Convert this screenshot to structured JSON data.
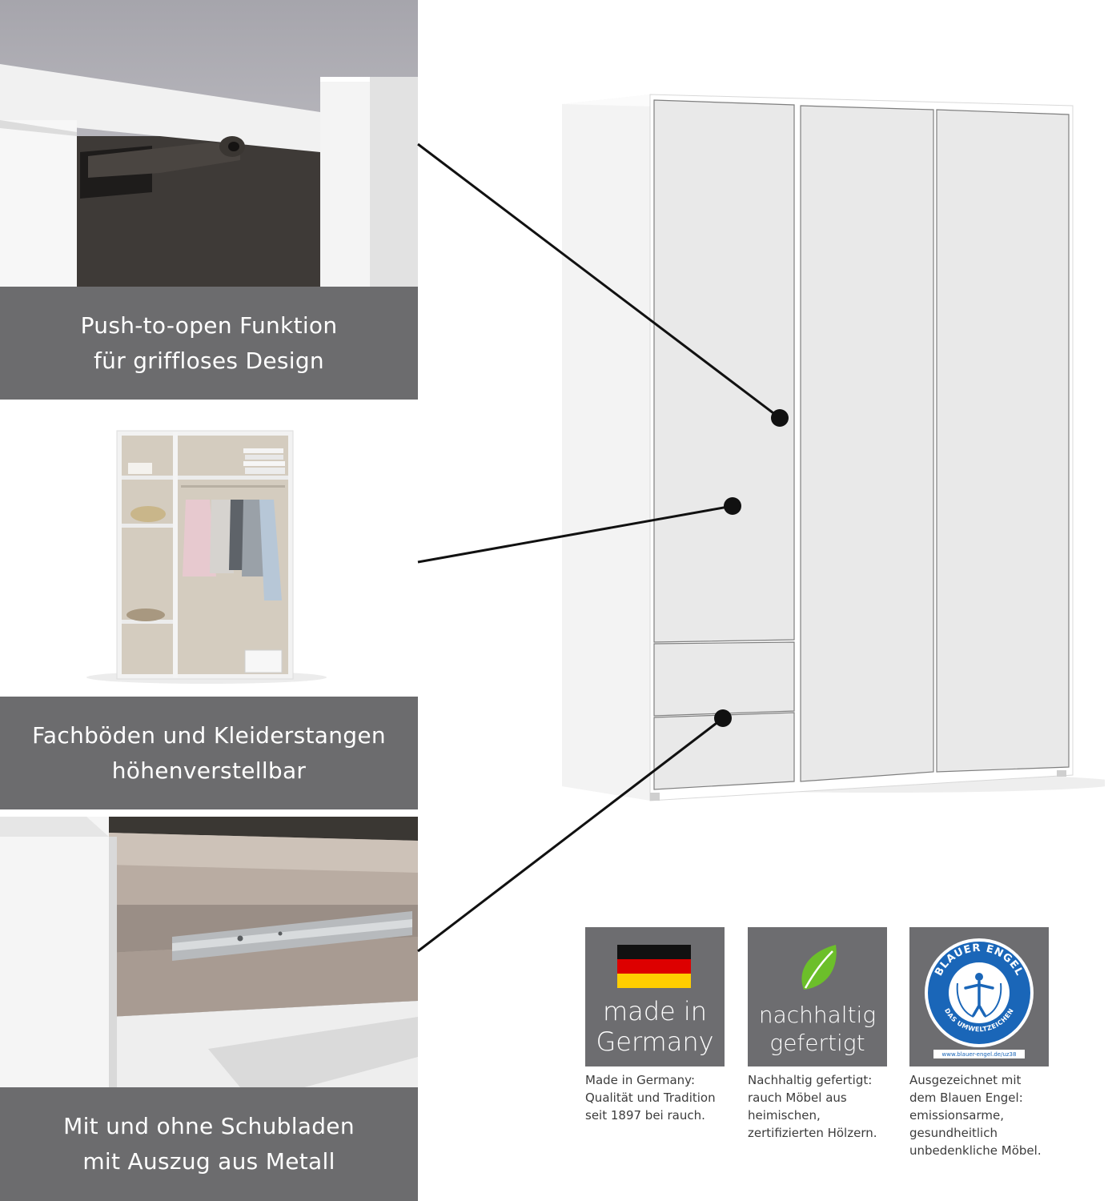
{
  "panels": [
    {
      "caption_lines": [
        "Push-to-open Funktion",
        "für griffloses Design"
      ]
    },
    {
      "caption_lines": [
        "Fachböden und Kleiderstangen",
        "höhenverstellbar"
      ]
    },
    {
      "caption_lines": [
        "Mit und ohne Schubladen",
        "mit Auszug aus Metall"
      ]
    }
  ],
  "badges": [
    {
      "label_lines": [
        "made in",
        "Germany"
      ],
      "icon": "german-flag-icon",
      "description_lines": [
        "Made in Germany:",
        "Qualität und Tradition",
        "seit 1897 bei rauch."
      ]
    },
    {
      "label_lines": [
        "nachhaltig",
        "gefertigt"
      ],
      "icon": "leaf-icon",
      "description_lines": [
        "Nachhaltig gefertigt:",
        "rauch Möbel aus",
        "heimischen,",
        "zertifizierten Hölzern."
      ]
    },
    {
      "logo_text": "BLAUER ENGEL",
      "logo_subtext": "DAS UMWELTZEICHEN",
      "logo_url_text": "www.blauer-engel.de/uz38",
      "icon": "blauer-engel-logo",
      "description_lines": [
        "Ausgezeichnet mit",
        "dem Blauen Engel:",
        "emissionsarme,",
        "gesundheitlich",
        "unbedenkliche Möbel."
      ]
    }
  ],
  "colors": {
    "caption_bg": "#6c6c6e",
    "badge_bg": "#6d6d70",
    "flag_black": "#111111",
    "flag_red": "#dd0000",
    "flag_gold": "#ffce00",
    "leaf_green": "#6cbf2a",
    "blauer_engel_blue": "#1a66b8"
  }
}
